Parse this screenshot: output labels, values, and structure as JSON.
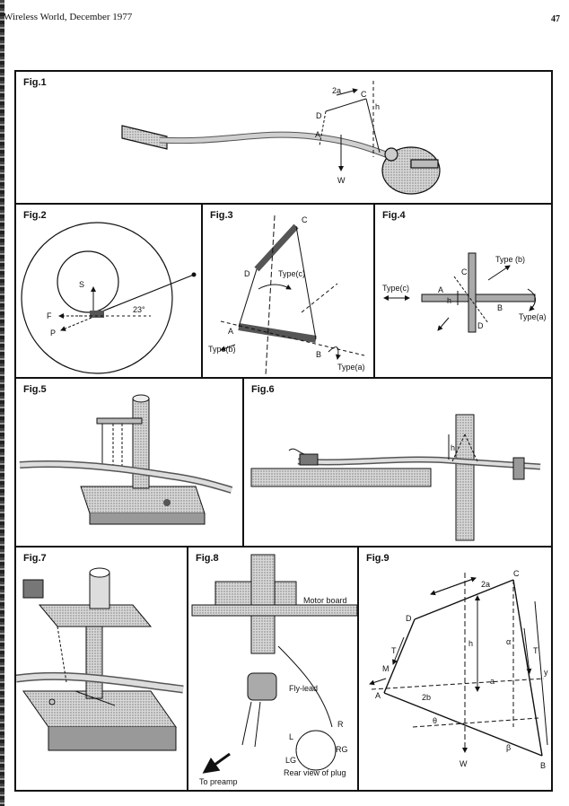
{
  "header": {
    "journal": "Wireless World, December 1977",
    "page_number": "47"
  },
  "fig1": {
    "label": "Fig.1",
    "labels": [
      "2a",
      "C",
      "D",
      "h",
      "A",
      "W"
    ]
  },
  "fig2": {
    "label": "Fig.2",
    "labels": [
      "S",
      "F",
      "P",
      "23°"
    ]
  },
  "fig3": {
    "label": "Fig.3",
    "labels": [
      "C",
      "D",
      "Type(c)",
      "A",
      "B",
      "Type(b)",
      "Type(a)"
    ]
  },
  "fig4": {
    "label": "Fig.4",
    "labels": [
      "Type (b)",
      "Type(c)",
      "C",
      "A",
      "h",
      "B",
      "D",
      "Type(a)"
    ]
  },
  "fig5": {
    "label": "Fig.5"
  },
  "fig6": {
    "label": "Fig.6",
    "labels": [
      "h"
    ]
  },
  "fig7": {
    "label": "Fig.7"
  },
  "fig8": {
    "label": "Fig.8",
    "labels": [
      "Motor board",
      "Fly-lead",
      "To preamp",
      "R",
      "L",
      "RG",
      "LG",
      "Rear view of plug"
    ]
  },
  "fig9": {
    "label": "Fig.9",
    "labels": [
      "C",
      "2a",
      "D",
      "α",
      "h",
      "T",
      "M",
      "a",
      "T",
      "y",
      "A",
      "2b",
      "θ",
      "β",
      "B",
      "W"
    ]
  }
}
